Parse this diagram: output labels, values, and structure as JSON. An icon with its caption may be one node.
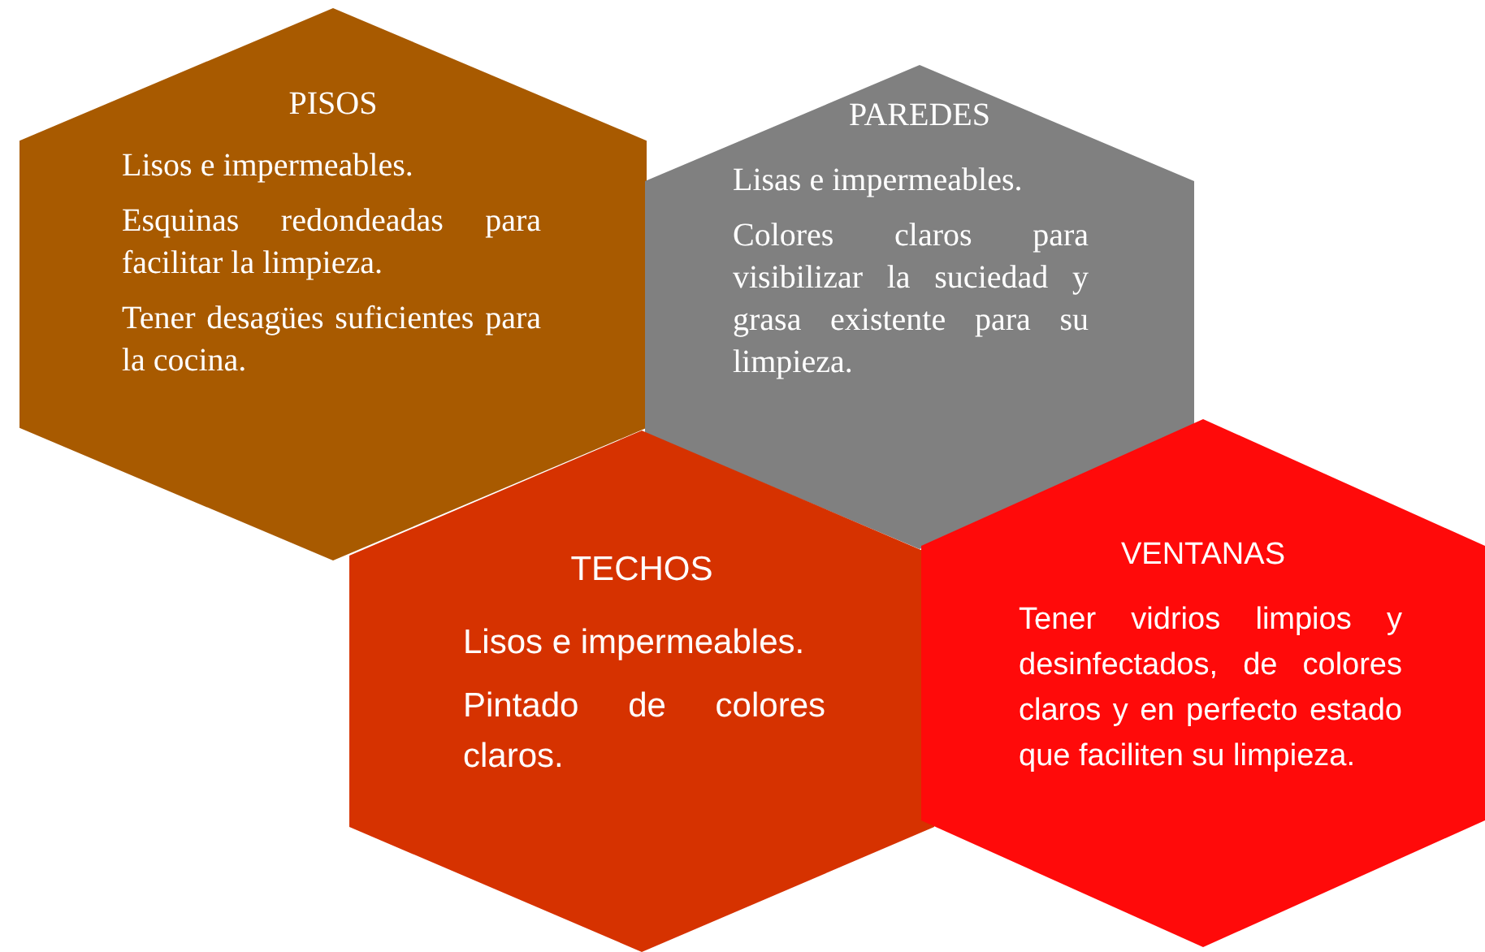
{
  "diagram": {
    "nodes": [
      {
        "text": [
          "PISOS",
          "Lisos e impermeables.",
          "Esquinas redondeadas para facilitar la limpieza.",
          "Tener desagües suficientes para la cocina."
        ]
      },
      {
        "text": [
          "PAREDES",
          "Lisas e impermeables.",
          "Colores claros para visibilizar la suciedad y grasa existente para su limpieza."
        ]
      },
      {
        "text": [
          "TECHOS",
          "Lisos e impermeables.",
          "Pintado de colores claros."
        ]
      },
      {
        "text": [
          "VENTANAS",
          "Tener vidrios limpios y desinfectados, de colores claros y en perfecto estado que faciliten su limpieza."
        ]
      }
    ]
  }
}
